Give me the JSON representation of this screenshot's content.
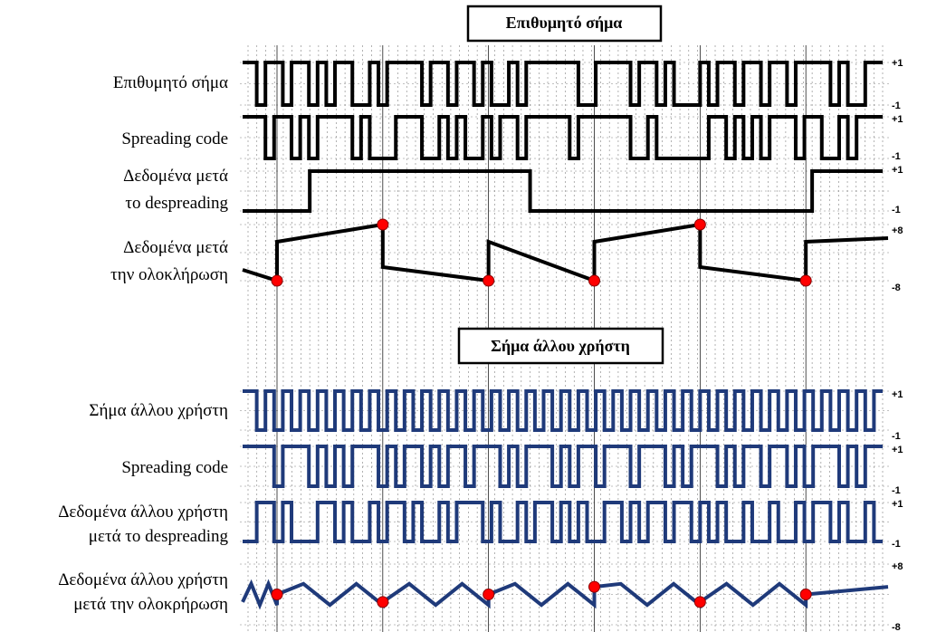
{
  "titles": {
    "desired": "Επιθυμητό σήμα",
    "other": "Σήμα άλλου χρήστη"
  },
  "colors": {
    "desired_trace": "#000000",
    "other_trace": "#1f3a7a",
    "sample_point": "#ff0000",
    "grid": "#808080"
  },
  "rows": [
    {
      "id": "desired-signal",
      "group": "desired",
      "type": "bits",
      "label": [
        "Επιθυμητό σήμα"
      ],
      "top_tick": "+1",
      "bottom_tick": "-1",
      "bits": "1011011010110010111101101101001011111100111101101000101101101101111010011"
    },
    {
      "id": "desired-spreading-code",
      "group": "desired",
      "type": "bits",
      "label": [
        "Spreading code"
      ],
      "top_tick": "+1",
      "bottom_tick": "-1",
      "bits": "1101101011110100011100101001011011111011111100100000011010101110110010111"
    },
    {
      "id": "desired-despread",
      "group": "desired",
      "type": "bits",
      "label": [
        "Δεδομένα μετά",
        "το despreading"
      ],
      "top_tick": "+1",
      "bottom_tick": "-1",
      "bits": "000000011111111111111111111111110000000000000000000000000000000011111111"
    },
    {
      "id": "desired-integrated",
      "group": "desired",
      "type": "integrated",
      "label": [
        "Δεδομένα μετά",
        "την ολοκλήρωση"
      ],
      "top_tick": "+8",
      "bottom_tick": "-8",
      "samples": [
        -8,
        8,
        -8,
        -8,
        8,
        -8
      ]
    },
    {
      "id": "other-signal",
      "group": "other",
      "type": "bits",
      "label": [
        "Σήμα άλλου χρήστη"
      ],
      "top_tick": "+1",
      "bottom_tick": "-1",
      "bits": "1010101010101010101010101010101010101010101010101010101010101010101010101"
    },
    {
      "id": "other-spreading-code",
      "group": "other",
      "type": "bits",
      "label": [
        "Spreading code"
      ],
      "top_tick": "+1",
      "bottom_tick": "-1",
      "bits": "1110111010101110101101011011101011101011011101110101110101101101011101011"
    },
    {
      "id": "other-despread",
      "group": "other",
      "type": "bits",
      "label": [
        "Δεδομένα άλλου χρήστη",
        "μετά το despreading"
      ],
      "top_tick": "+1",
      "bottom_tick": "-1",
      "bits": "0110100011010010110100101110100101101010011010110110101001001001011010010"
    },
    {
      "id": "other-integrated",
      "group": "other",
      "type": "integrated",
      "label": [
        "Δεδομένα άλλου χρήστη",
        "μετά την ολοκρήρωση"
      ],
      "top_tick": "+8",
      "bottom_tick": "-8",
      "samples": [
        0,
        -2,
        0,
        2,
        -2,
        0
      ]
    }
  ]
}
